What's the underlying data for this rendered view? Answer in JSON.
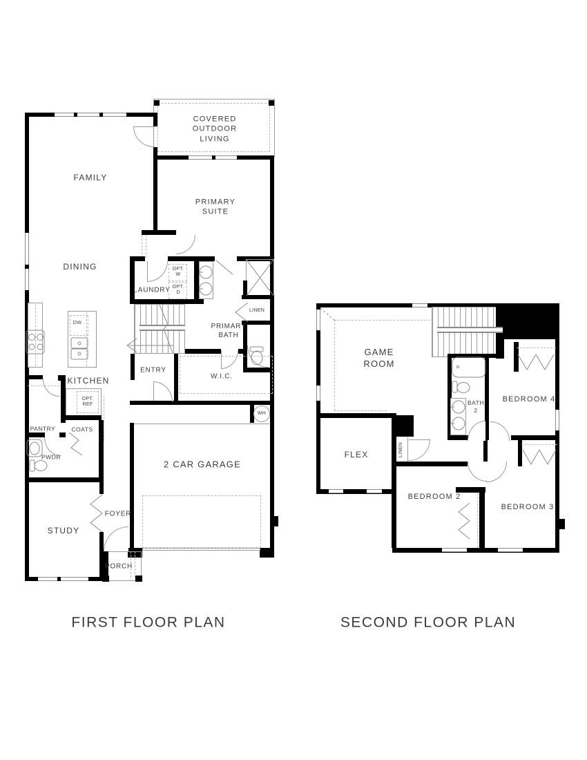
{
  "colors": {
    "wall": "#000000",
    "thin_line": "#9b9b9b",
    "dashed_line": "#b9b9b9",
    "label": "#3d3d3d",
    "background": "#ffffff"
  },
  "captions": {
    "first_floor": "FIRST FLOOR PLAN",
    "second_floor": "SECOND FLOOR PLAN"
  },
  "first_floor": {
    "family": "FAMILY",
    "covered_outdoor_living": "COVERED\nOUTDOOR\nLIVING",
    "primary_suite": "PRIMARY\nSUITE",
    "dining": "DINING",
    "laundry": "LAUNDRY",
    "opt_w": "OPT.\nW",
    "opt_d": "OPT.\nD",
    "linen": "LINEN",
    "primary_bath": "PRIMARY\nBATH",
    "entry": "ENTRY",
    "wic": "W.I.C.",
    "kitchen": "KITCHEN",
    "dw": "DW",
    "opt_ref": "OPT.\nREF",
    "pantry": "PANTRY",
    "coats": "COATS",
    "pwdr": "PWDR",
    "wh": "WH",
    "garage": "2 CAR GARAGE",
    "study": "STUDY",
    "foyer": "FOYER",
    "porch": "PORCH"
  },
  "second_floor": {
    "game_room": "GAME\nROOM",
    "bath_2": "BATH\n2",
    "bedroom_4": "BEDROOM 4",
    "bedroom_3": "BEDROOM 3",
    "bedroom_2": "BEDROOM 2",
    "flex": "FLEX",
    "linen": "LINEN"
  }
}
